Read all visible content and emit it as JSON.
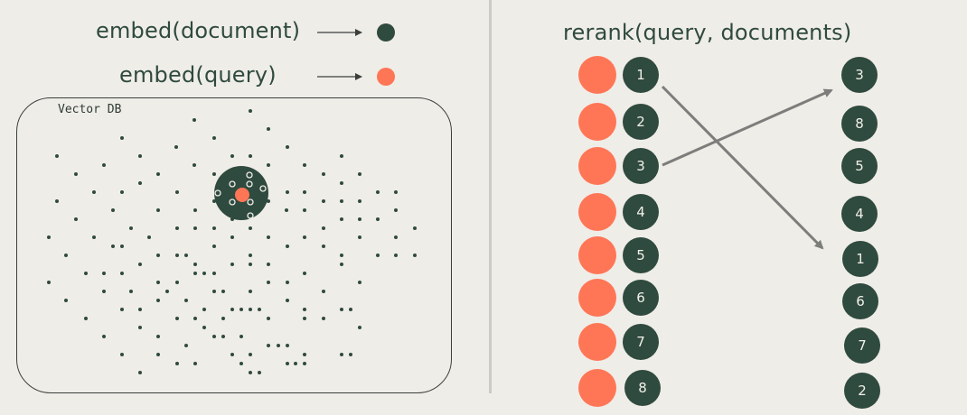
{
  "legend": {
    "document_label": "embed(document)",
    "query_label": "embed(query)"
  },
  "vector_db": {
    "title": "Vector DB"
  },
  "rerank": {
    "title": "rerank(query, documents)",
    "input_order": [
      "1",
      "2",
      "3",
      "4",
      "5",
      "6",
      "7",
      "8"
    ],
    "output_order": [
      "3",
      "8",
      "5",
      "4",
      "1",
      "6",
      "7",
      "2"
    ]
  },
  "colors": {
    "document": "#2f4a3e",
    "query": "#ff7656",
    "arrow": "#7d7d7b",
    "background": "#efede8"
  }
}
